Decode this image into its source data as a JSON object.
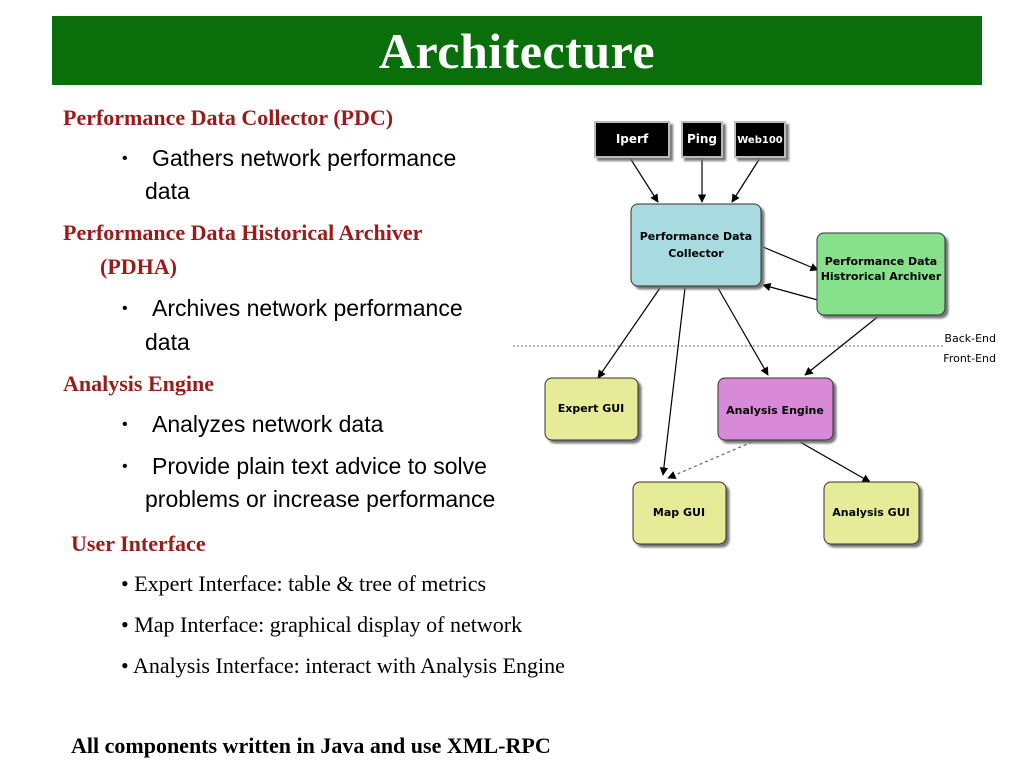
{
  "slide": {
    "title": "Architecture"
  },
  "sections": [
    {
      "heading": "Performance Data Collector (PDC)",
      "bullets": [
        "Gathers network performance",
        "data"
      ]
    },
    {
      "heading_line1": "Performance Data Historical Archiver",
      "heading_line2": "(PDHA)",
      "bullets": [
        "Archives network performance",
        "data"
      ]
    },
    {
      "heading": "Analysis Engine",
      "bullets": [
        "Analyzes network data",
        "Provide plain text advice to solve",
        "problems or increase performance"
      ]
    }
  ],
  "user_interface": {
    "heading": "User Interface",
    "items": [
      "• Expert Interface: table & tree of metrics",
      "• Map Interface: graphical display of network",
      "• Analysis Interface: interact with Analysis Engine"
    ]
  },
  "footer": "All components written in Java and use XML-RPC",
  "diagram": {
    "nodes": {
      "iperf": "Iperf",
      "ping": "Ping",
      "web100": "Web100",
      "pdc_line1": "Performance Data",
      "pdc_line2": "Collector",
      "pdha_line1": "Performance Data",
      "pdha_line2": "Histrorical Archiver",
      "expert_gui": "Expert GUI",
      "analysis_engine": "Analysis Engine",
      "map_gui": "Map GUI",
      "analysis_gui": "Analysis GUI"
    },
    "divider_labels": {
      "back_end": "Back-End",
      "front_end": "Front-End"
    },
    "colors": {
      "title_bg": "#0a6e0a",
      "heading_text": "#9b1b1b",
      "pdc_fill": "#a8dbe0",
      "pdha_fill": "#86e08c",
      "gui_fill": "#e6eb98",
      "engine_fill": "#d88ad8",
      "source_fill": "#000000"
    }
  }
}
